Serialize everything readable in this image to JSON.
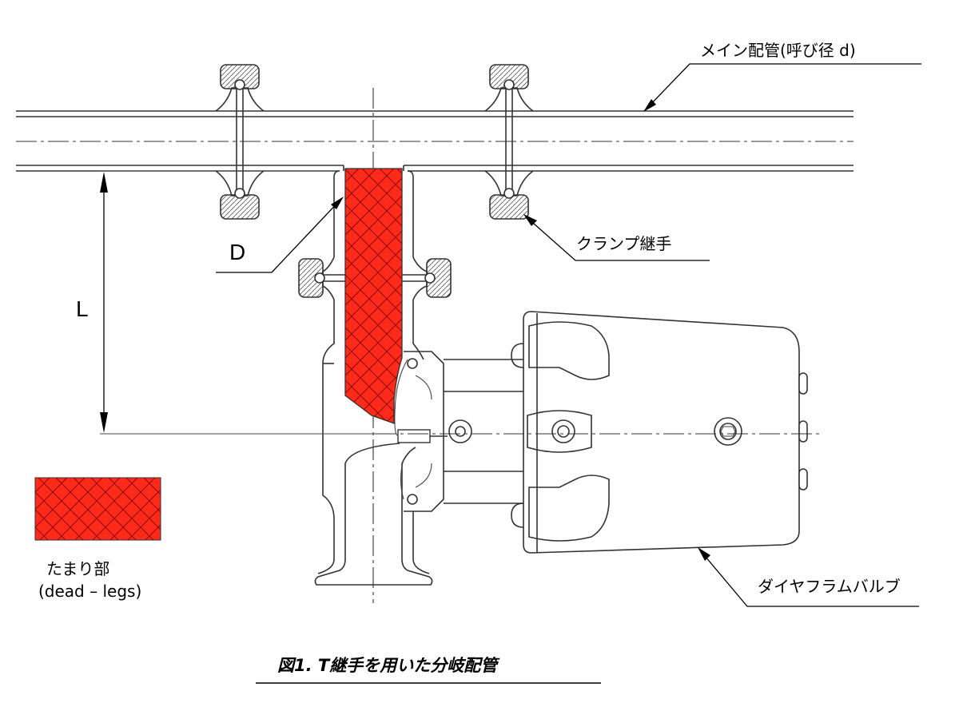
{
  "labels": {
    "main_pipe": "メイン配管(呼び径 d)",
    "clamp": "クランプ継手",
    "diameter": "D",
    "length": "L",
    "valve": "ダイヤフラムバルブ",
    "legend_line1": "たまり部",
    "legend_line2": "(dead – legs)",
    "caption": "図1.  T継手を用いた分岐配管"
  },
  "colors": {
    "dead_leg_fill": "#ff2a1a",
    "dead_leg_hatch": "#8a0a05",
    "line": "#333333"
  }
}
